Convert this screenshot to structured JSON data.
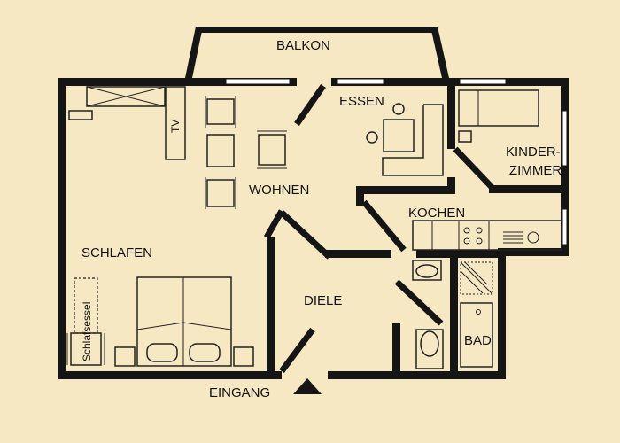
{
  "colors": {
    "background": "#f7e8c4",
    "wall": "#151515",
    "furniture": "#222222"
  },
  "rooms": {
    "balkon": "BALKON",
    "essen": "ESSEN",
    "kinderzimmer_line1": "KINDER-",
    "kinderzimmer_line2": "ZIMMER",
    "wohnen": "WOHNEN",
    "kochen": "KOCHEN",
    "schlafen": "SCHLAFEN",
    "diele": "DIELE",
    "bad": "BAD"
  },
  "fixtures": {
    "tv": "TV",
    "schlafsessel": "Schlafsessel"
  },
  "entrance": {
    "label": "EINGANG",
    "marker": "entrance-arrow-icon"
  }
}
